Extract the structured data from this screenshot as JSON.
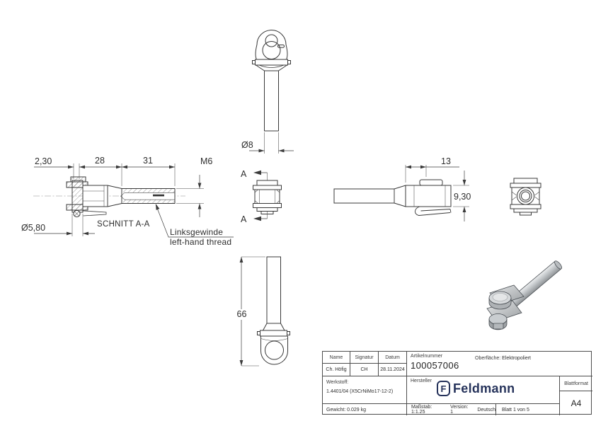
{
  "drawing": {
    "top_view": {
      "dim_diameter": "Ø8"
    },
    "section_view": {
      "dim_flange_thickness": "2,30",
      "dim_head_length": "28",
      "dim_thread_length": "31",
      "dim_thread": "M6",
      "dim_pin_diameter": "Ø5,80",
      "caption": "SCHNITT A-A",
      "note_de": "Linksgewinde",
      "note_en": "left-hand thread"
    },
    "cut_view": {
      "label_top": "A",
      "label_bottom": "A"
    },
    "side_view": {
      "dim_head_width": "13",
      "dim_head_height": "9,30"
    },
    "front_view": {
      "dim_overall_length": "66"
    }
  },
  "title_block": {
    "name_label": "Name",
    "signatur_label": "Signatur",
    "datum_label": "Datum",
    "name_value": "Ch. Höfig",
    "signatur_value": "CH",
    "datum_value": "28.11.2024",
    "artikelnummer_label": "Artikelnummer",
    "artikelnummer_value": "100057006",
    "oberflaeche_label": "Oberfläche:",
    "oberflaeche_value": "Elektropoliert",
    "werkstoff_label": "Werkstoff:",
    "werkstoff_value": "1.4401/04 (X5CrNiMo17-12-2)",
    "hersteller_label": "Hersteller",
    "brand_name": "Feldmann",
    "brand_mark_letter": "F",
    "brand_color": "#26335b",
    "blattformat_label": "Blattformat",
    "blattformat_value": "A4",
    "gewicht_value": "Gewicht: 0.029 kg",
    "massstab_value": "Maßstab: 1:1.25",
    "version_value": "Version: 1",
    "sprache_value": "Deutsch",
    "blatt_value": "Blatt 1 von 5"
  }
}
